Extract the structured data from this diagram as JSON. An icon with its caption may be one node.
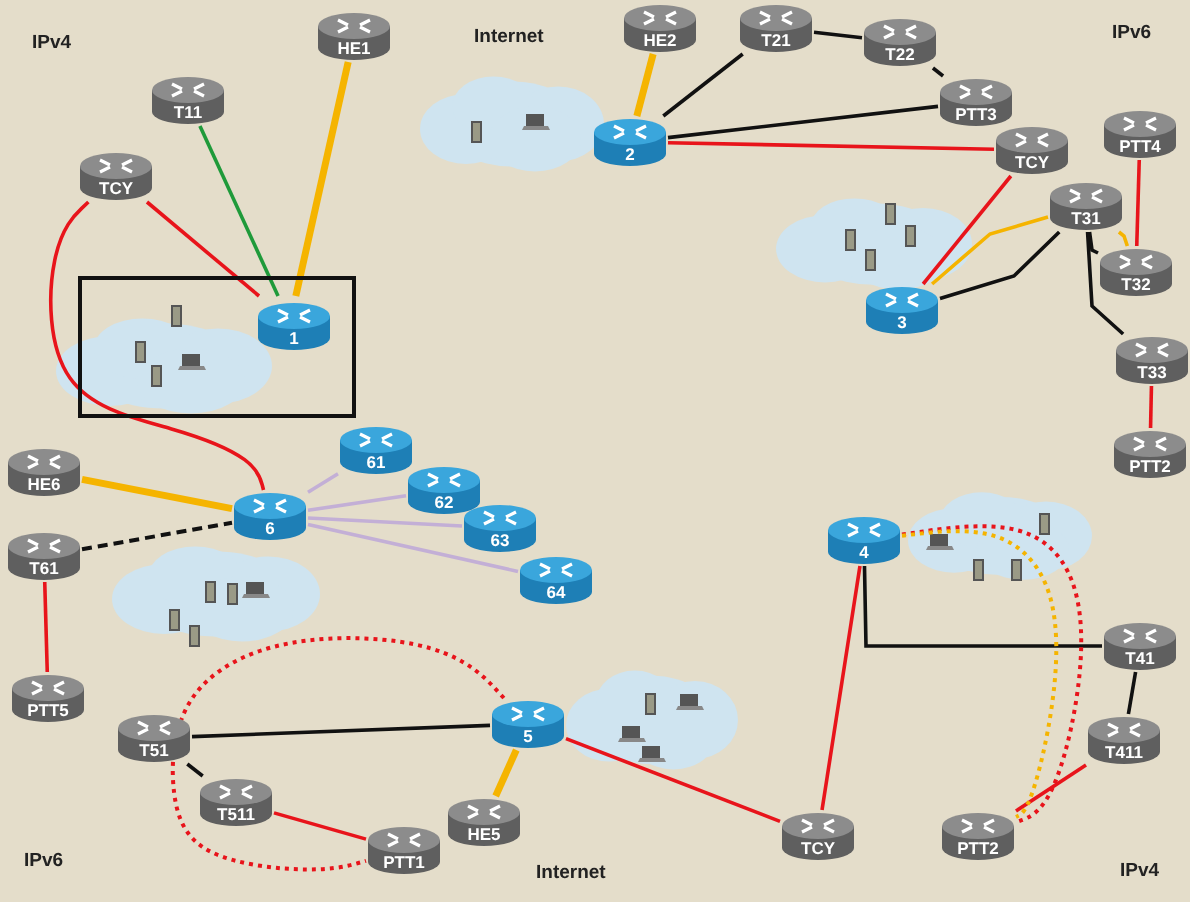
{
  "diagram": {
    "nodes": [
      {
        "text": [],
        "shape": "box"
      },
      {
        "text": [
          "1"
        ],
        "in": 0
      },
      {
        "text": [
          "HE1"
        ]
      },
      {
        "text": [
          "T11"
        ]
      },
      {
        "text": [
          "TCY"
        ]
      },
      {
        "text": [
          "HE2"
        ]
      },
      {
        "text": [
          "T21"
        ]
      },
      {
        "text": [
          "T22"
        ]
      },
      {
        "text": [
          "PTT3"
        ]
      },
      {
        "text": [
          "2"
        ]
      },
      {
        "text": [
          "TCY"
        ]
      },
      {
        "text": [
          "PTT4"
        ]
      },
      {
        "text": [
          "T31"
        ]
      },
      {
        "text": [
          "T32"
        ]
      },
      {
        "text": [
          "3"
        ]
      },
      {
        "text": [
          "T33"
        ]
      },
      {
        "text": [
          "PTT2"
        ]
      },
      {
        "text": [
          "HE6"
        ]
      },
      {
        "text": [
          "T61"
        ]
      },
      {
        "text": [
          "6"
        ]
      },
      {
        "text": [
          "61"
        ]
      },
      {
        "text": [
          "62"
        ]
      },
      {
        "text": [
          "63"
        ]
      },
      {
        "text": [
          "64"
        ]
      },
      {
        "text": [
          "PTT5"
        ]
      },
      {
        "text": [
          "T51"
        ]
      },
      {
        "text": [
          "5"
        ]
      },
      {
        "text": [
          "T511"
        ]
      },
      {
        "text": [
          "PTT1"
        ]
      },
      {
        "text": [
          "HE5"
        ]
      },
      {
        "text": [
          "TCY"
        ]
      },
      {
        "text": [
          "4"
        ]
      },
      {
        "text": [
          "T41"
        ]
      },
      {
        "text": [
          "T411"
        ]
      },
      {
        "text": [
          "PTT2"
        ]
      }
    ],
    "edges": [
      {
        "from": 4,
        "to": 1,
        "arrow": "none"
      },
      {
        "from": 3,
        "to": 1,
        "arrow": "none",
        "color": "#1f9a3a"
      },
      {
        "from": 2,
        "to": 1,
        "arrow": "none",
        "style": "thick",
        "color": "#f5b400"
      },
      {
        "from": 4,
        "to": 19,
        "arrow": "none"
      },
      {
        "from": 5,
        "to": 9,
        "arrow": "none",
        "style": "thick",
        "color": "#f5b400"
      },
      {
        "from": 6,
        "to": 9,
        "arrow": "none",
        "color": "#111111"
      },
      {
        "from": 6,
        "to": 7,
        "arrow": "none",
        "color": "#111111"
      },
      {
        "from": 7,
        "to": 8,
        "arrow": "none",
        "color": "#111111"
      },
      {
        "from": 8,
        "to": 9,
        "arrow": "none",
        "color": "#111111"
      },
      {
        "from": 9,
        "to": 10,
        "arrow": "none"
      },
      {
        "from": 10,
        "to": 14,
        "arrow": "none"
      },
      {
        "from": 12,
        "to": 14,
        "arrow": "none",
        "color": "#f5b400"
      },
      {
        "from": 12,
        "to": 14,
        "arrow": "none",
        "color": "#111111"
      },
      {
        "from": 12,
        "to": 13,
        "arrow": "none",
        "color": "#f5b400"
      },
      {
        "from": 12,
        "to": 13,
        "arrow": "none",
        "color": "#111111"
      },
      {
        "from": 12,
        "to": 15,
        "arrow": "none",
        "color": "#111111"
      },
      {
        "from": 11,
        "to": 13,
        "arrow": "none"
      },
      {
        "from": 15,
        "to": 16,
        "arrow": "none"
      },
      {
        "from": 17,
        "to": 19,
        "arrow": "none",
        "style": "thick",
        "color": "#f5b400"
      },
      {
        "from": 18,
        "to": 19,
        "arrow": "none",
        "style": "dashed",
        "color": "#111111"
      },
      {
        "from": 19,
        "to": 20,
        "arrow": "none",
        "color": "#c3afd6"
      },
      {
        "from": 19,
        "to": 21,
        "arrow": "none",
        "color": "#c3afd6"
      },
      {
        "from": 19,
        "to": 22,
        "arrow": "none",
        "color": "#c3afd6"
      },
      {
        "from": 19,
        "to": 23,
        "arrow": "none",
        "color": "#c3afd6"
      },
      {
        "from": 18,
        "to": 24,
        "arrow": "none"
      },
      {
        "from": 25,
        "to": 26,
        "arrow": "none",
        "color": "#111111"
      },
      {
        "from": 25,
        "to": 27,
        "arrow": "none",
        "color": "#111111"
      },
      {
        "from": 27,
        "to": 28,
        "arrow": "none"
      },
      {
        "from": 26,
        "to": 28,
        "arrow": "none",
        "style": "dashed"
      },
      {
        "from": 29,
        "to": 26,
        "arrow": "none",
        "style": "thick",
        "color": "#f5b400"
      },
      {
        "from": 26,
        "to": 30,
        "arrow": "none"
      },
      {
        "from": 30,
        "to": 31,
        "arrow": "none"
      },
      {
        "from": 31,
        "to": 32,
        "arrow": "none",
        "color": "#111111"
      },
      {
        "from": 32,
        "to": 33,
        "arrow": "none",
        "color": "#111111"
      },
      {
        "from": 33,
        "to": 34,
        "arrow": "none"
      },
      {
        "from": 31,
        "to": 34,
        "arrow": "none",
        "style": "dashed"
      },
      {
        "from": 31,
        "to": 34,
        "arrow": "none",
        "style": "dashed",
        "color": "#f5b400"
      }
    ],
    "labels": [
      "IPv4",
      "Internet",
      "IPv6",
      "IPv6",
      "Internet",
      "IPv4"
    ]
  }
}
